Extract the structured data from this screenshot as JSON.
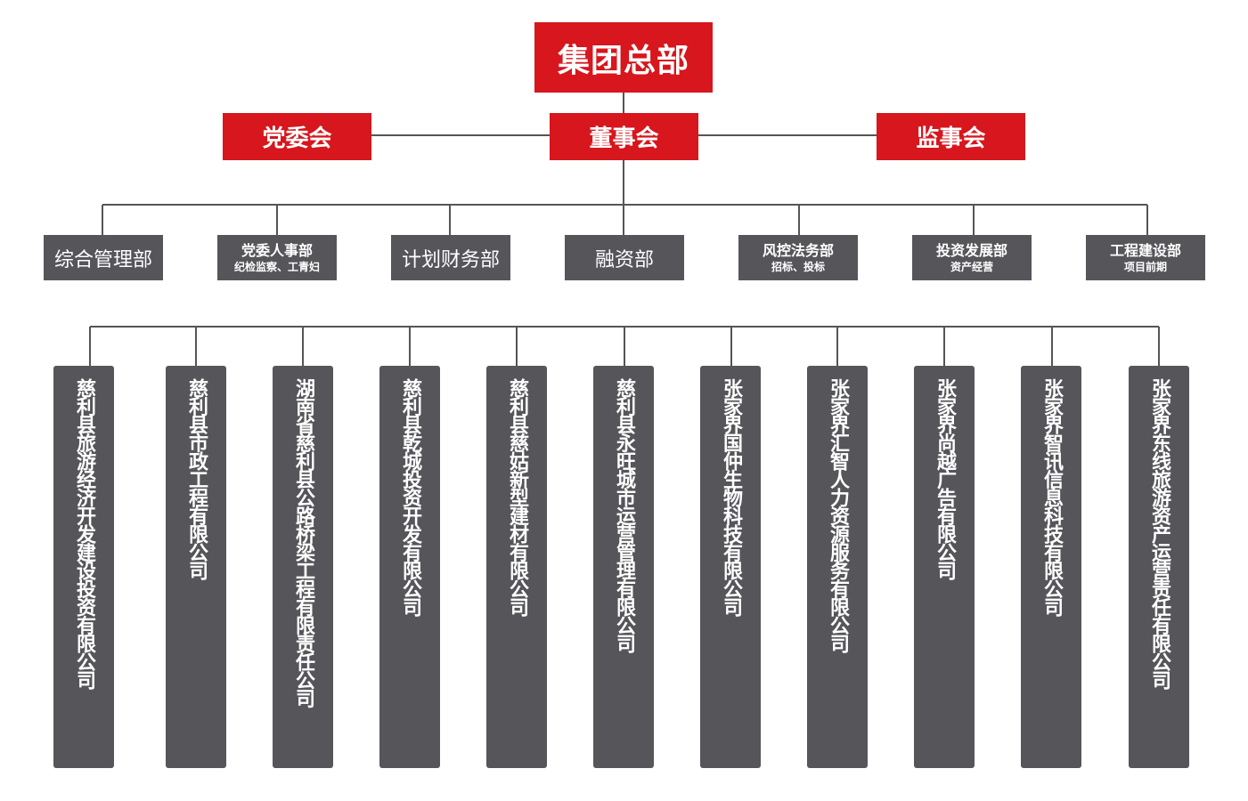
{
  "root": {
    "label": "集团总部"
  },
  "level2": {
    "left": "党委会",
    "center": "董事会",
    "right": "监事会"
  },
  "departments": [
    {
      "label": "综合管理部",
      "sub": ""
    },
    {
      "label": "党委人事部",
      "sub": "纪检监察、工青妇"
    },
    {
      "label": "计划财务部",
      "sub": ""
    },
    {
      "label": "融资部",
      "sub": ""
    },
    {
      "label": "风控法务部",
      "sub": "招标、投标"
    },
    {
      "label": "投资发展部",
      "sub": "资产经营"
    },
    {
      "label": "工程建设部",
      "sub": "项目前期"
    }
  ],
  "companies": [
    "慈利县旅游经济开发建设投资有限公司",
    "慈利县市政工程有限公司",
    "湖南省慈利县公路桥梁工程有限责任公司",
    "慈利县乾城投资开发有限公司",
    "慈利县慈姑新型建材有限公司",
    "慈利县永旺城市运营管理有限公司",
    "张家界国仲生物科技有限公司",
    "张家界汇智人力资源服务有限公司",
    "张家界尚越广告有限公司",
    "张家界智讯信息科技有限公司",
    "张家界东线旅游资产运营责任有限公司"
  ],
  "colors": {
    "accent": "#d7161d",
    "node": "#56555a",
    "line": "#555555"
  }
}
